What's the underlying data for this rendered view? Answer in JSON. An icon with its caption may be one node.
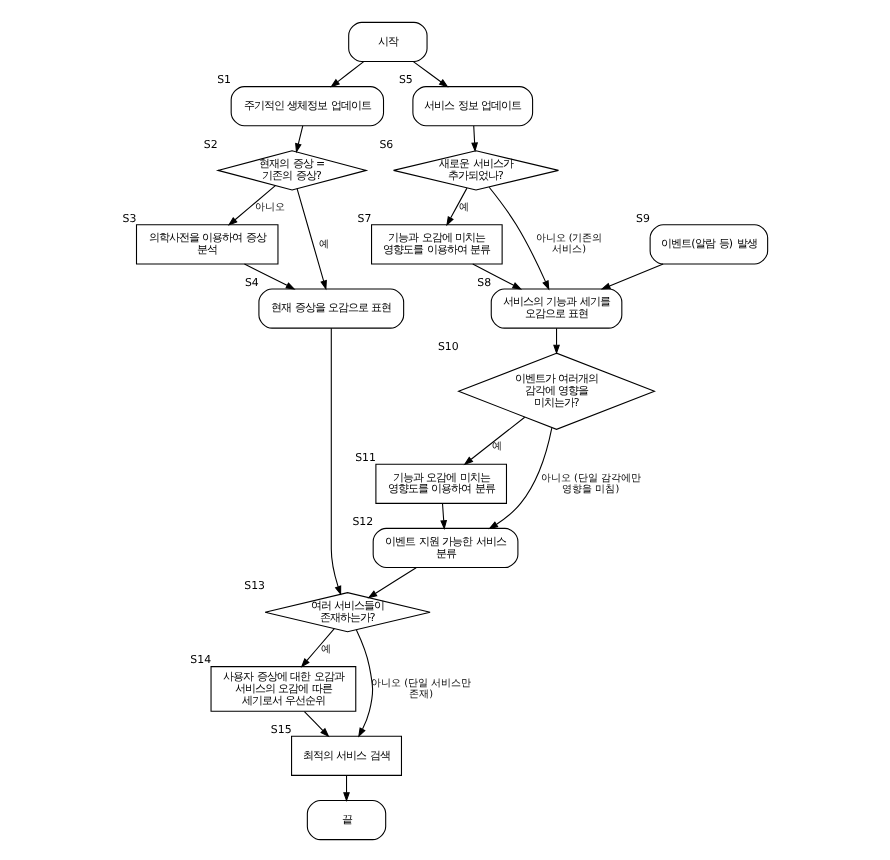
{
  "diagram": {
    "nodes": [
      {
        "text": [
          "시작"
        ]
      },
      {
        "text": [
          "주기적인 생체정보 업데이트"
        ],
        "beside": [
          "S1"
        ]
      },
      {
        "text": [
          "현재의 증상 = 기존의 증상?"
        ],
        "beside": [
          "S2"
        ]
      },
      {
        "text": [
          "의학사전을 이용하여 증상 분석"
        ],
        "beside": [
          "S3"
        ]
      },
      {
        "text": [
          "현재 증상을 오감으로 표현"
        ],
        "beside": [
          "S4"
        ]
      },
      {
        "text": [
          "서비스 정보 업데이트"
        ],
        "beside": [
          "S5"
        ]
      },
      {
        "text": [
          "새로운 서비스가 추가되었나?"
        ],
        "beside": [
          "S6"
        ]
      },
      {
        "text": [
          "기능과 오감에 미치는 영향도를 이용하여 분류"
        ],
        "beside": [
          "S7"
        ]
      },
      {
        "text": [
          "서비스의 기능과 세기를 오감으로 표현"
        ],
        "beside": [
          "S8"
        ]
      },
      {
        "text": [
          "이벤트(알람 등) 발생"
        ],
        "beside": [
          "S9"
        ]
      },
      {
        "text": [
          "이벤트가 여러개의 감각에 영향을 미치는가?"
        ],
        "beside": [
          "S10"
        ]
      },
      {
        "text": [
          "기능과 오감에 미치는 영향도를 이용하여 분류"
        ],
        "beside": [
          "S11"
        ]
      },
      {
        "text": [
          "이벤트 지원 가능한 서비스 분류"
        ],
        "beside": [
          "S12"
        ]
      },
      {
        "text": [
          "여러 서비스들이 존재하는가?"
        ],
        "beside": [
          "S13"
        ]
      },
      {
        "text": [
          "사용자 증상에 대한 오감과 서비스의 오감에 따른 세기로서 우선순위"
        ],
        "beside": [
          "S14"
        ]
      },
      {
        "text": [
          "최적의 서비스 검색"
        ],
        "beside": [
          "S15"
        ]
      },
      {
        "text": [
          "끝"
        ]
      }
    ],
    "edges": [
      {
        "from": 0,
        "to": 1,
        "arrow": "to"
      },
      {
        "from": 0,
        "to": 5,
        "arrow": "to"
      },
      {
        "from": 1,
        "to": 2,
        "arrow": "to"
      },
      {
        "from": 2,
        "to": 3,
        "arrow": "to",
        "label": "아니오"
      },
      {
        "from": 2,
        "to": 4,
        "arrow": "to",
        "label": "예"
      },
      {
        "from": 3,
        "to": 4,
        "arrow": "to"
      },
      {
        "from": 4,
        "to": 13,
        "arrow": "to"
      },
      {
        "from": 5,
        "to": 6,
        "arrow": "to"
      },
      {
        "from": 6,
        "to": 7,
        "arrow": "to",
        "label": "예"
      },
      {
        "from": 6,
        "to": 8,
        "arrow": "to",
        "label": "아니오 (기존의 서비스)"
      },
      {
        "from": 7,
        "to": 8,
        "arrow": "to"
      },
      {
        "from": 9,
        "to": 8,
        "arrow": "to"
      },
      {
        "from": 8,
        "to": 10,
        "arrow": "to"
      },
      {
        "from": 10,
        "to": 11,
        "arrow": "to",
        "label": "예"
      },
      {
        "from": 10,
        "to": 12,
        "arrow": "to",
        "label": "아니오 (단일 감각에만 영향을 미침)"
      },
      {
        "from": 11,
        "to": 12,
        "arrow": "to"
      },
      {
        "from": 12,
        "to": 13,
        "arrow": "to"
      },
      {
        "from": 13,
        "to": 14,
        "arrow": "to",
        "label": "예"
      },
      {
        "from": 13,
        "to": 15,
        "arrow": "to",
        "label": "아니오 (단일 서비스만 존재)"
      },
      {
        "from": 14,
        "to": 15,
        "arrow": "to"
      },
      {
        "from": 15,
        "to": 16,
        "arrow": "to"
      }
    ]
  }
}
